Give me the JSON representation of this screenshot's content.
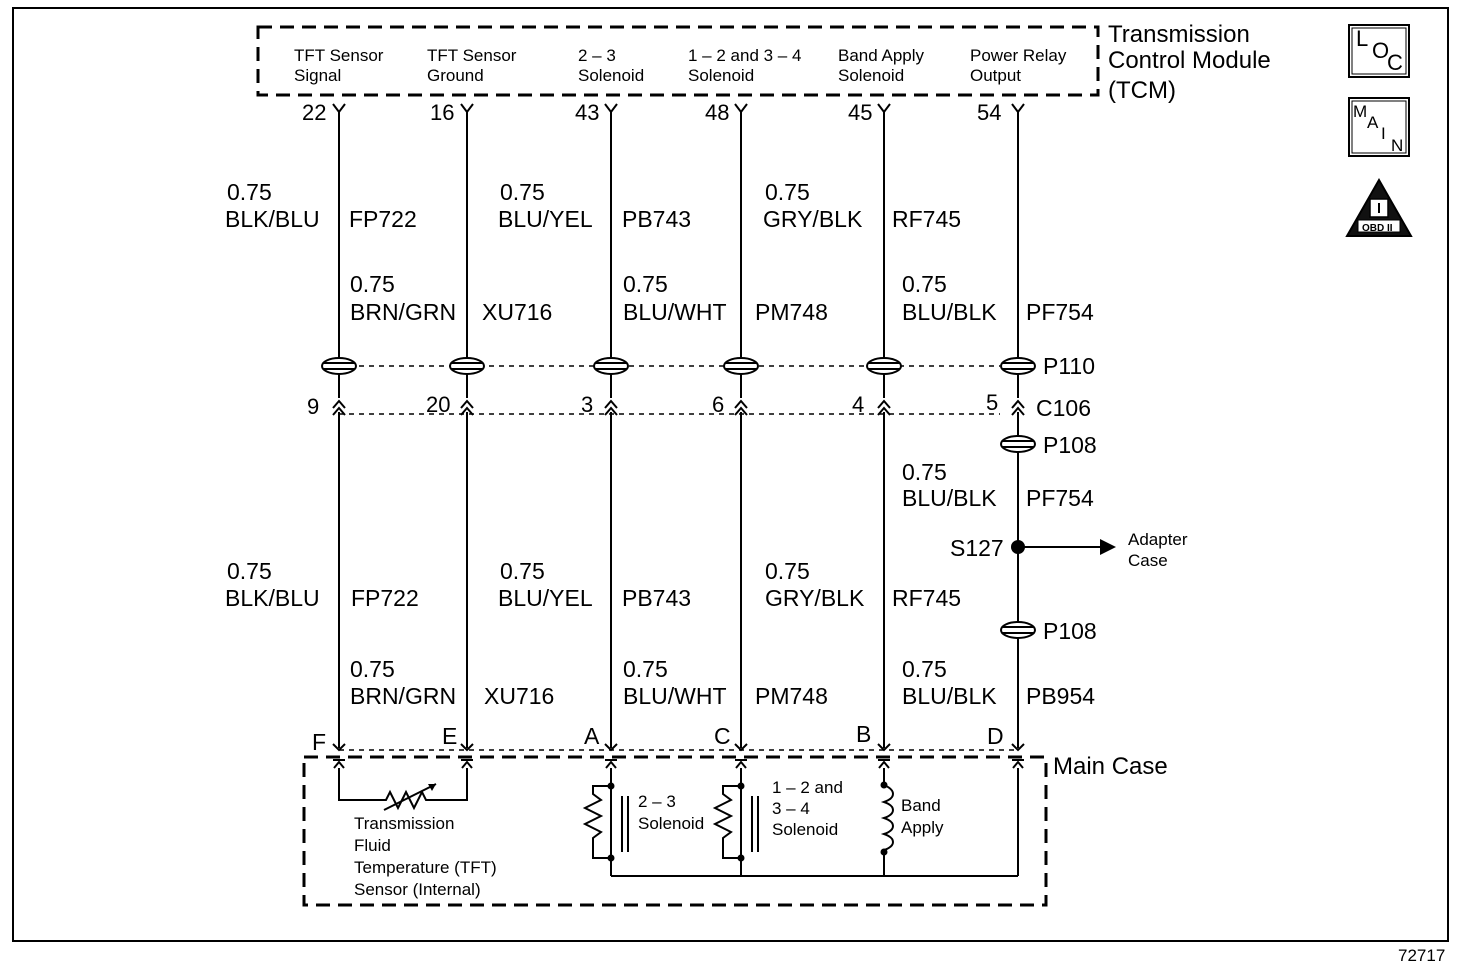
{
  "tcm": {
    "title_line1": "Transmission",
    "title_line2": "Control Module",
    "title_line3": "(TCM)",
    "pins": [
      {
        "label1": "TFT Sensor",
        "label2": "Signal",
        "pin": "22"
      },
      {
        "label1": "TFT Sensor",
        "label2": "Ground",
        "pin": "16"
      },
      {
        "label1": "2 – 3",
        "label2": "Solenoid",
        "pin": "43"
      },
      {
        "label1": "1 – 2 and 3 – 4",
        "label2": "Solenoid",
        "pin": "48"
      },
      {
        "label1": "Band Apply",
        "label2": "Solenoid",
        "pin": "45"
      },
      {
        "label1": "Power Relay",
        "label2": "Output",
        "pin": "54"
      }
    ]
  },
  "icons": {
    "loc": {
      "l1": "L",
      "l2": "O",
      "l3": "C"
    },
    "main": {
      "l1": "M",
      "l2": "A",
      "l3": "I",
      "l4": "N"
    },
    "obd": {
      "label": "OBD II"
    }
  },
  "upper_wires": [
    {
      "gauge": "0.75",
      "color": "BLK/BLU",
      "circuit": "FP722"
    },
    {
      "gauge": "0.75",
      "color": "BRN/GRN",
      "circuit": "XU716"
    },
    {
      "gauge": "0.75",
      "color": "BLU/YEL",
      "circuit": "PB743"
    },
    {
      "gauge": "0.75",
      "color": "BLU/WHT",
      "circuit": "PM748"
    },
    {
      "gauge": "0.75",
      "color": "GRY/BLK",
      "circuit": "RF745"
    },
    {
      "gauge": "0.75",
      "color": "BLU/BLK",
      "circuit": "PF754"
    }
  ],
  "connectors": {
    "p110": "P110",
    "c106": "C106",
    "c106_pins": [
      "9",
      "20",
      "3",
      "6",
      "4",
      "5"
    ],
    "p108_top": "P108",
    "p108_bottom": "P108"
  },
  "power_mid_wire": {
    "gauge": "0.75",
    "color": "BLU/BLK",
    "circuit": "PF754"
  },
  "splice": {
    "label": "S127",
    "target_line1": "Adapter",
    "target_line2": "Case"
  },
  "lower_wires": [
    {
      "gauge": "0.75",
      "color": "BLK/BLU",
      "circuit": "FP722"
    },
    {
      "gauge": "0.75",
      "color": "BRN/GRN",
      "circuit": "XU716"
    },
    {
      "gauge": "0.75",
      "color": "BLU/YEL",
      "circuit": "PB743"
    },
    {
      "gauge": "0.75",
      "color": "BLU/WHT",
      "circuit": "PM748"
    },
    {
      "gauge": "0.75",
      "color": "GRY/BLK",
      "circuit": "RF745"
    },
    {
      "gauge": "0.75",
      "color": "BLU/BLK",
      "circuit": "PB954"
    }
  ],
  "main_case": {
    "title": "Main Case",
    "pins": [
      "F",
      "E",
      "A",
      "C",
      "B",
      "D"
    ],
    "tft_sensor": [
      "Transmission",
      "Fluid",
      "Temperature (TFT)",
      "Sensor (Internal)"
    ],
    "sol_23": [
      "2 – 3",
      "Solenoid"
    ],
    "sol_1234": [
      "1 – 2 and",
      "3 – 4",
      "Solenoid"
    ],
    "band_apply": [
      "Band",
      "Apply"
    ]
  },
  "figure_number": "72717"
}
